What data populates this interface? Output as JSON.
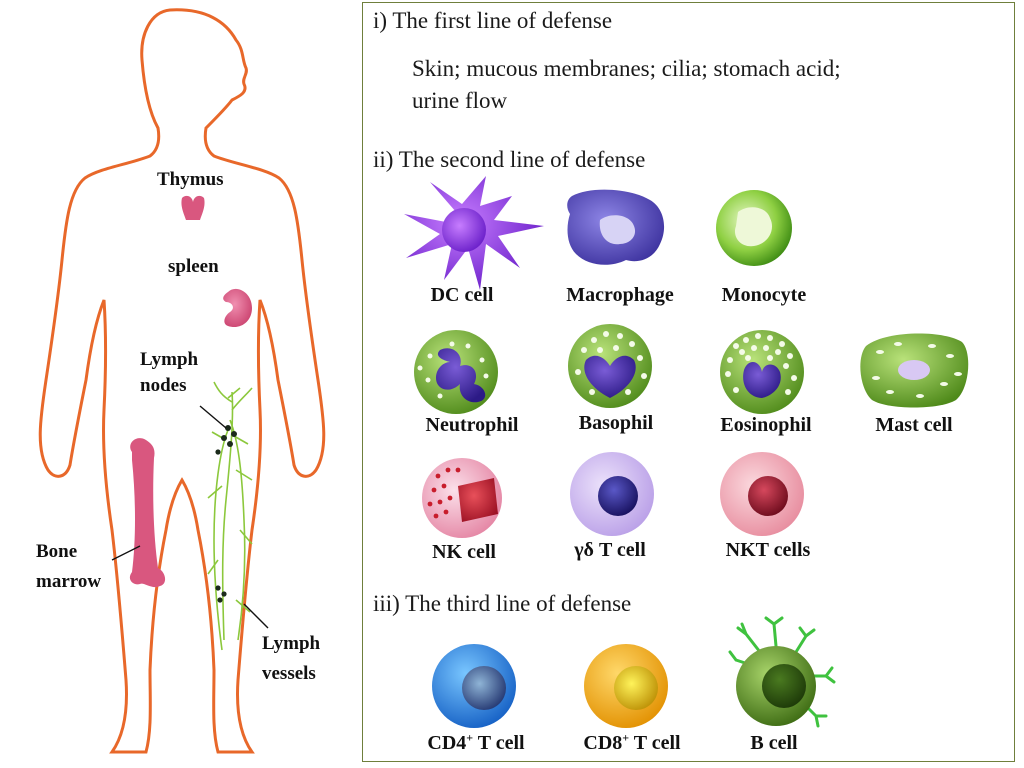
{
  "body_labels": {
    "thymus": "Thymus",
    "spleen": "spleen",
    "lymph_nodes_1": "Lymph",
    "lymph_nodes_2": "nodes",
    "bone_marrow_1": "Bone",
    "bone_marrow_2": "marrow",
    "lymph_vessels_1": "Lymph",
    "lymph_vessels_2": "vessels"
  },
  "first_line": {
    "heading": "i) The first line of defense",
    "text_1": "Skin; mucous membranes; cilia; stomach acid;",
    "text_2": "urine flow"
  },
  "second_line": {
    "heading": "ii) The second line of defense",
    "cells": {
      "dc": "DC cell",
      "macrophage": "Macrophage",
      "monocyte": "Monocyte",
      "neutrophil": "Neutrophil",
      "basophil": "Basophil",
      "eosinophil": "Eosinophil",
      "mast": "Mast cell",
      "nk": "NK cell",
      "gd_t": "γδ T cell",
      "nkt": "NKT cells"
    }
  },
  "third_line": {
    "heading": "iii) The third line of defense",
    "cells": {
      "cd4_base": "CD4",
      "cd4_sup": "+",
      "cd4_tail": " T cell",
      "cd8_base": "CD8",
      "cd8_sup": "+",
      "cd8_tail": " T cell",
      "b": "B cell"
    }
  },
  "colors": {
    "outline": "#e8682a",
    "organ_pink": "#d9577f",
    "lymph_green": "#8cc83c",
    "panel_border": "#6f7f3c"
  }
}
